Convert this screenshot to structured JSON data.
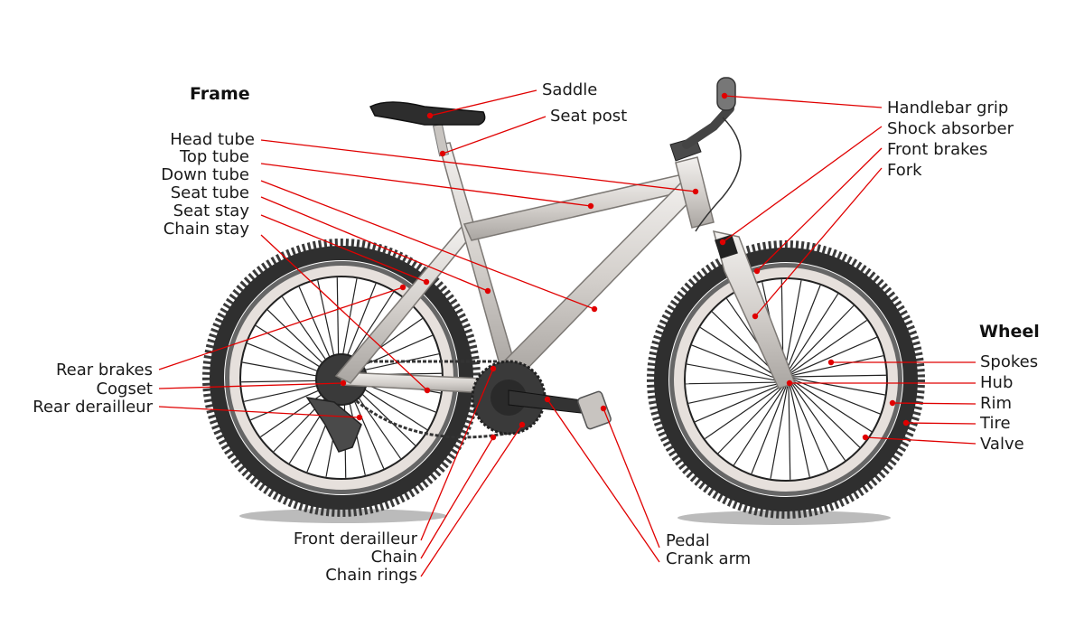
{
  "diagram": {
    "leader_color": "#e00000",
    "groups": {
      "frame": "Frame",
      "wheel": "Wheel"
    },
    "labels": {
      "saddle": "Saddle",
      "seat_post": "Seat post",
      "head_tube": "Head tube",
      "top_tube": "Top tube",
      "down_tube": "Down tube",
      "seat_tube": "Seat tube",
      "seat_stay": "Seat stay",
      "chain_stay": "Chain stay",
      "handlebar_grip": "Handlebar grip",
      "shock_absorber": "Shock absorber",
      "front_brakes": "Front brakes",
      "fork": "Fork",
      "spokes": "Spokes",
      "hub": "Hub",
      "rim": "Rim",
      "tire": "Tire",
      "valve": "Valve",
      "rear_brakes": "Rear brakes",
      "cogset": "Cogset",
      "rear_derailleur": "Rear derailleur",
      "front_derailleur": "Front derailleur",
      "chain": "Chain",
      "chain_rings": "Chain rings",
      "pedal": "Pedal",
      "crank_arm": "Crank arm"
    }
  }
}
